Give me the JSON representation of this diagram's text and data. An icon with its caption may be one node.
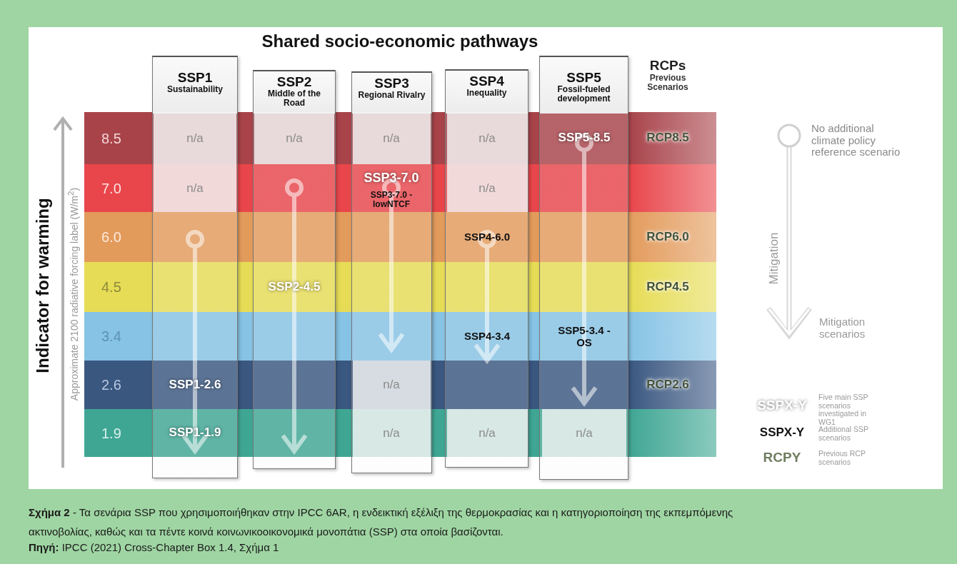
{
  "diagram": {
    "title": "Shared socio-economic pathways",
    "caption": "**Σχήμα 2** - Τα σενάρια SSP που χρησιμοποιήθηκαν στην IPCC 6AR, η ενδεικτική εξέλιξη της θερμοκρασίας και η κατηγοριοποίηση της εκπεμπόμενης ακτινοβολίας, καθώς και τα πέντε κοινά κοινωνικοοικονομικά μονοπάτια (SSP) στα οποία βασίζονται.",
    "nodes": [
      {
        "text": [
          "SSP1",
          "Sustainability"
        ]
      },
      {
        "text": [
          "SSP2",
          "Middle of the Road"
        ]
      },
      {
        "text": [
          "SSP3",
          "Regional Rivalry"
        ]
      },
      {
        "text": [
          "SSP4",
          "Inequality"
        ]
      },
      {
        "text": [
          "SSP5",
          "Fossil-fueled development"
        ]
      },
      {
        "text": [
          "8.5"
        ]
      },
      {
        "text": [
          "7.0"
        ]
      },
      {
        "text": [
          "6.0"
        ]
      },
      {
        "text": [
          "4.5"
        ]
      },
      {
        "text": [
          "3.4"
        ]
      },
      {
        "text": [
          "2.6"
        ]
      },
      {
        "text": [
          "1.9"
        ]
      }
    ],
    "labels": [
      "RCPs",
      "Previous Scenarios",
      "Indicator for warming",
      "Approximate 2100 radiative forcing label (W/m$^{2}$)",
      "No additional climate policy reference scenario",
      "Mitigation",
      "Mitigation scenarios",
      "n/a",
      "n/a",
      "n/a",
      "n/a",
      "SSP5-8.5",
      "RCP8.5",
      "n/a",
      "SSP3-7.0",
      "SSP3-7.0 -lowNTCF",
      "n/a",
      "SSP4-6.0",
      "RCP6.0",
      "SSP2-4.5",
      "RCP4.5",
      "SSP4-3.4",
      "SSP5-3.4 -OS",
      "SSP1-2.6",
      "n/a",
      "RCP2.6",
      "SSP1-1.9",
      "n/a",
      "n/a",
      "n/a",
      "SSPX-Y",
      "SSPX-Y",
      "RCPY",
      "**Πηγή:** IPCC (2021) Cross-Chapter Box 1.4, Σχήμα 1"
    ],
    "legend": [
      {
        "text": "Five main SSP scenarios investigated in WG1"
      },
      {
        "text": "Additional SSP scenarios"
      },
      {
        "text": "Previous RCP scenarios"
      }
    ]
  }
}
